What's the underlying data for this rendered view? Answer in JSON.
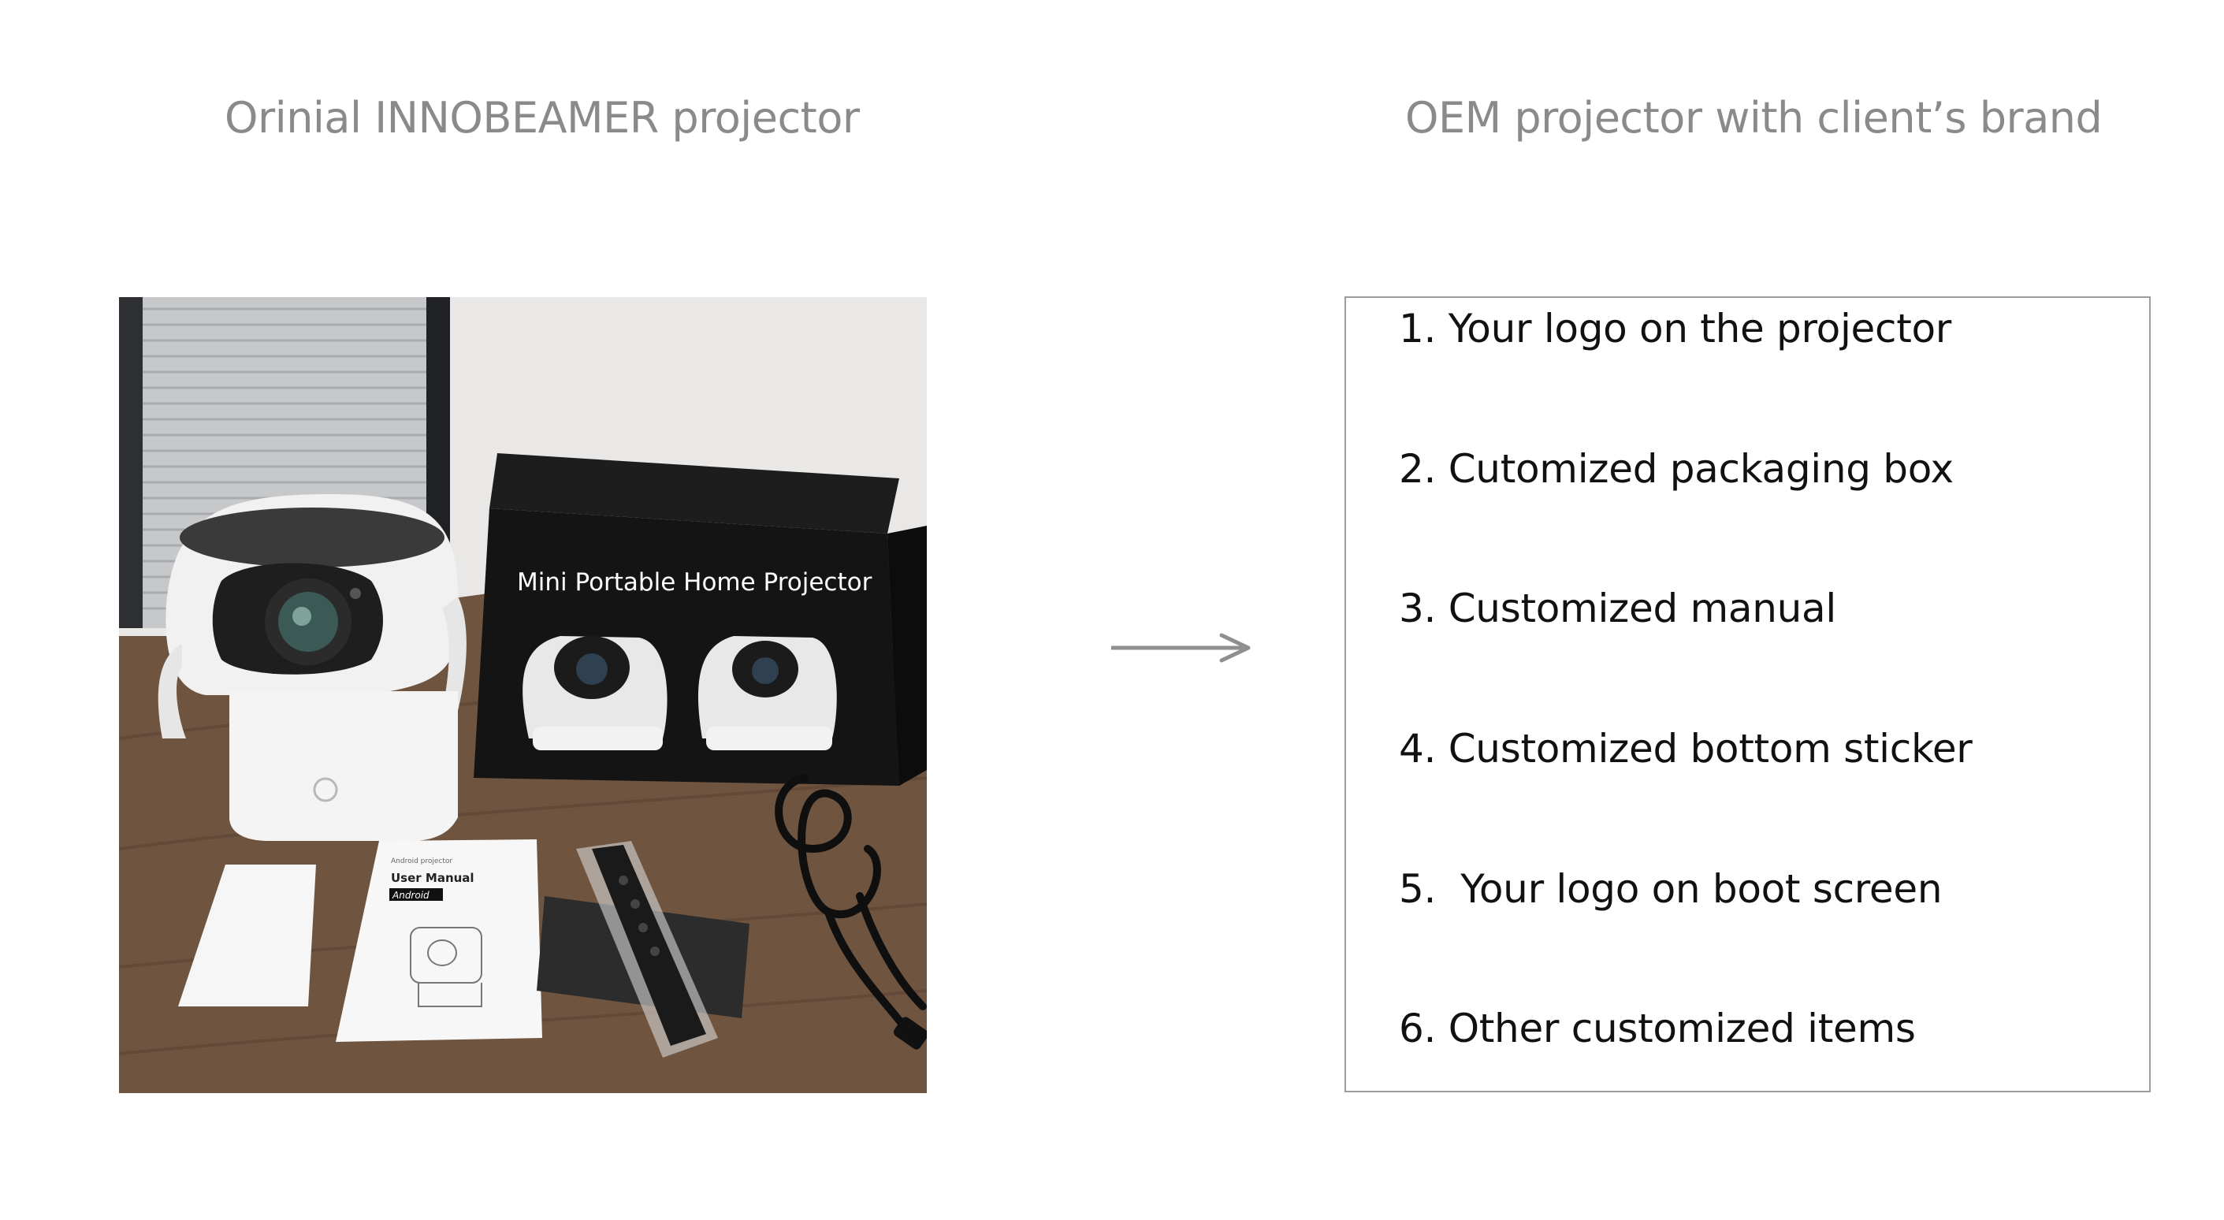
{
  "left_caption": "Orinial INNOBEAMER projector",
  "right_caption": "OEM projector with client’s brand",
  "photo": {
    "box_label": "Mini Portable Home Projector",
    "manual_small": "Android projector",
    "manual_title": "User Manual",
    "manual_badge": "Android"
  },
  "features": [
    "1. Your logo on the projector",
    "2. Cutomized packaging box",
    "3. Customized manual",
    "4. Customized bottom sticker",
    "5.  Your logo on boot screen",
    "6. Other customized items"
  ],
  "colors": {
    "caption": "#8a8a8a",
    "arrow": "#8f8f8f",
    "border": "#9c9c9c"
  }
}
